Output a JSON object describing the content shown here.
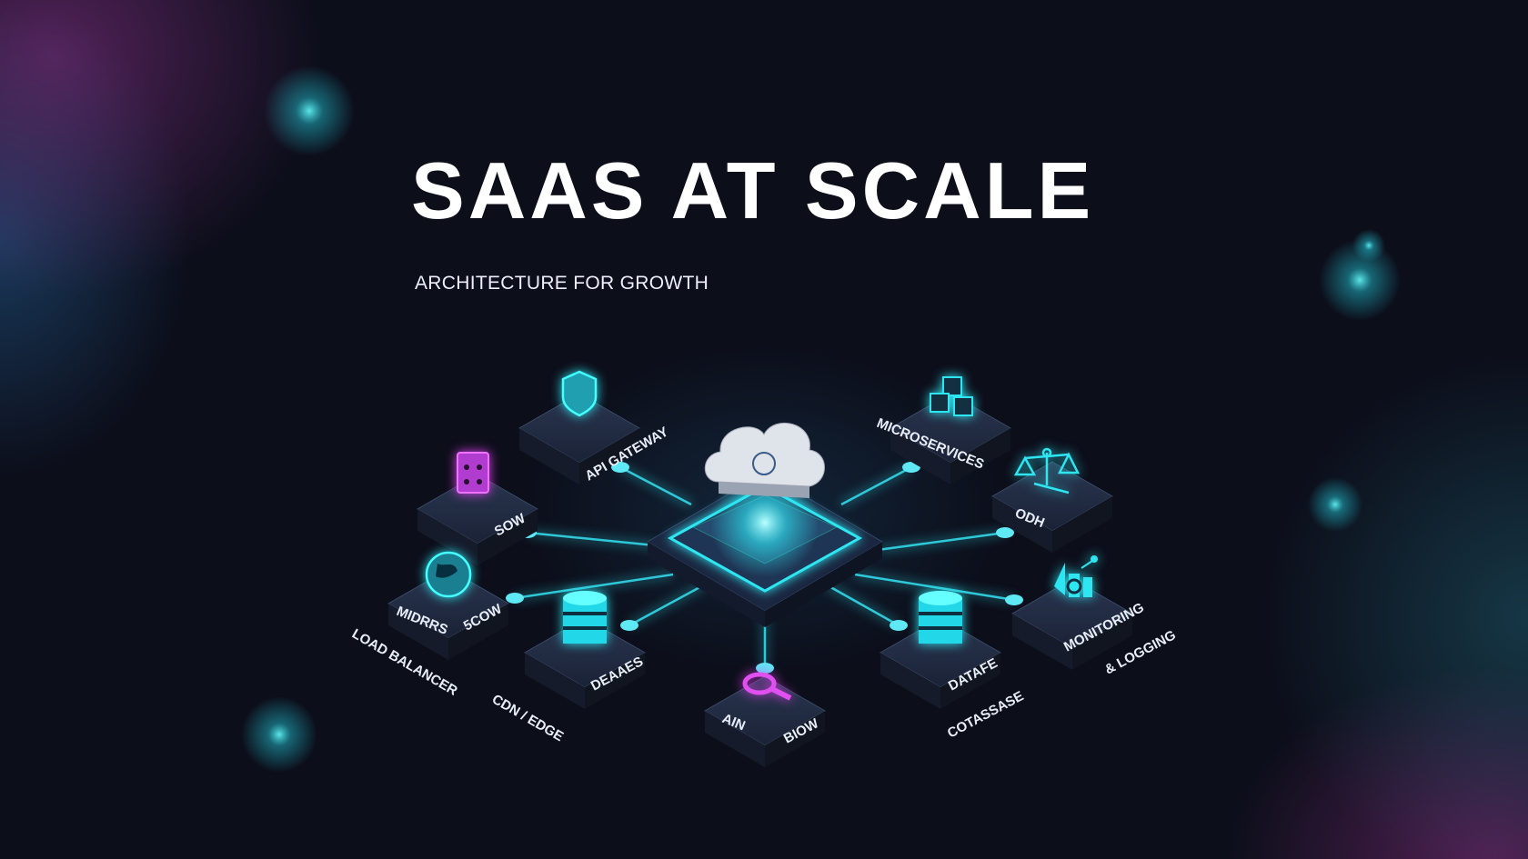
{
  "title": "SAAS AT SCALE",
  "subtitle": "ARCHITECTURE FOR GROWTH",
  "colors": {
    "accent_cyan": "#2ee6f2",
    "accent_magenta": "#d94cf0",
    "background": "#0c0e1a"
  },
  "hub": {
    "icon": "cloud-icon"
  },
  "nodes": [
    {
      "label": "API GATEWAY",
      "icon": "shield-icon"
    },
    {
      "label": "SOW",
      "icon": "server-icon"
    },
    {
      "label": "MIDRRS",
      "label2": "5COW",
      "icon": "globe-icon"
    },
    {
      "label": "DEAAES",
      "icon": "database-icon"
    },
    {
      "label": "AIN",
      "label2": "BIOW",
      "icon": "search-icon"
    },
    {
      "label": "DATAFE",
      "icon": "database-icon"
    },
    {
      "label": "MONITORING",
      "icon": "chart-icon"
    },
    {
      "label": "ODH",
      "icon": "scales-icon"
    },
    {
      "label": "MICROSERVICES",
      "icon": "cubes-icon"
    }
  ],
  "floating_labels": [
    "LOAD BALANCER",
    "CDN / EDGE",
    "COTASSASE",
    "& LOGGING"
  ]
}
